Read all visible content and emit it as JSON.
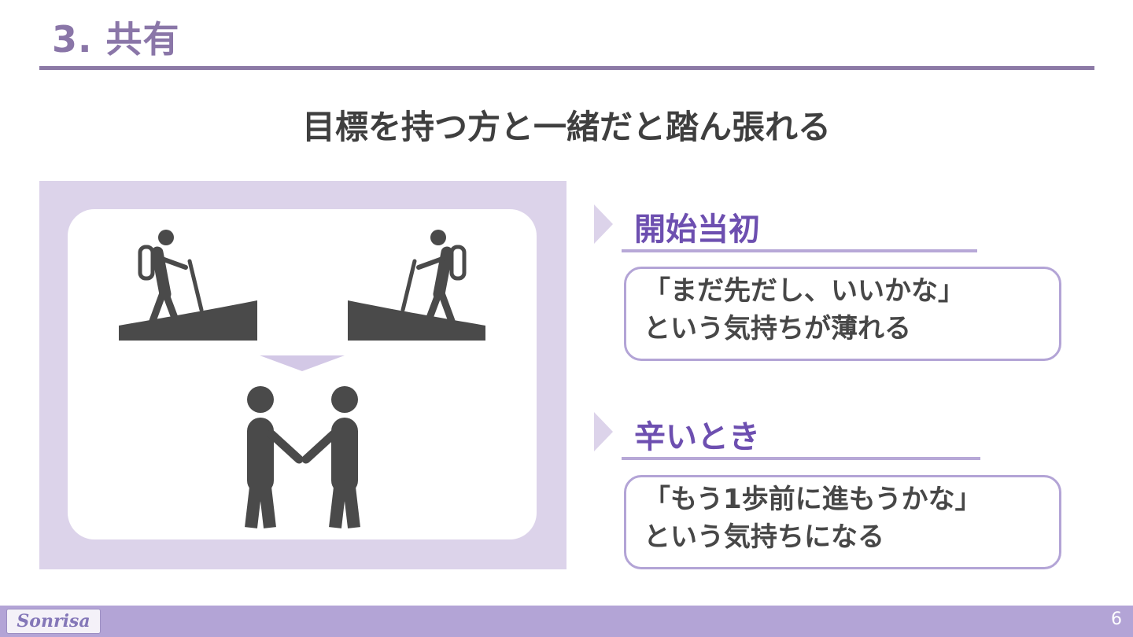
{
  "header": {
    "section_title": "3. 共有",
    "main_heading": "目標を持つ方と一緒だと踏ん張れる"
  },
  "points": [
    {
      "heading": "開始当初",
      "lines": [
        "「まだ先だし、いいかな」",
        "という気持ちが薄れる"
      ]
    },
    {
      "heading": "辛いとき",
      "lines": [
        "「もう1歩前に進もうかな」",
        "という気持ちになる"
      ]
    }
  ],
  "footer": {
    "logo_text": "Sonrisa",
    "page_number": "6"
  },
  "colors": {
    "section_title": "#8a76a8",
    "accent_heading": "#6d4fb0",
    "panel_background": "#dcd3ea",
    "footer_bar": "#b3a4d6",
    "figure": "#4a4a4a"
  },
  "icons": {
    "hiker_left": "hiker-icon",
    "hiker_right": "hiker-icon",
    "down_arrow": "down-triangle-icon",
    "handshake": "handshake-icon",
    "bullets": "chevron-right-icon"
  }
}
